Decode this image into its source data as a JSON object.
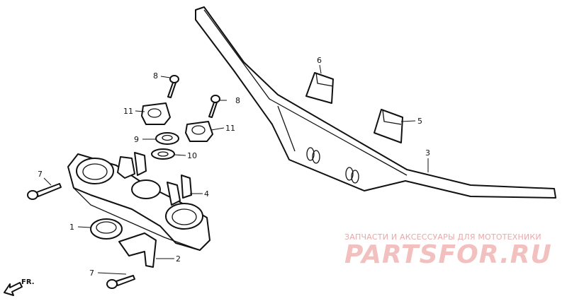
{
  "callouts": [
    {
      "id": "c1",
      "label": "1"
    },
    {
      "id": "c2",
      "label": "2"
    },
    {
      "id": "c3",
      "label": "3"
    },
    {
      "id": "c4",
      "label": "4"
    },
    {
      "id": "c5",
      "label": "5"
    },
    {
      "id": "c6",
      "label": "6"
    },
    {
      "id": "c7a",
      "label": "7"
    },
    {
      "id": "c7b",
      "label": "7"
    },
    {
      "id": "c8a",
      "label": "8"
    },
    {
      "id": "c8b",
      "label": "8"
    },
    {
      "id": "c9",
      "label": "9"
    },
    {
      "id": "c10",
      "label": "10"
    },
    {
      "id": "c11a",
      "label": "11"
    },
    {
      "id": "c11b",
      "label": "11"
    }
  ],
  "direction_label": "FR.",
  "watermark": {
    "subtitle": "ЗАПЧАСТИ И АКСЕССУАРЫ ДЛЯ МОТОТЕХНИКИ",
    "brand": "PARTSFOR.RU"
  },
  "colors": {
    "line": "#111111",
    "background": "#ffffff",
    "watermark": "#f3c0c0"
  }
}
